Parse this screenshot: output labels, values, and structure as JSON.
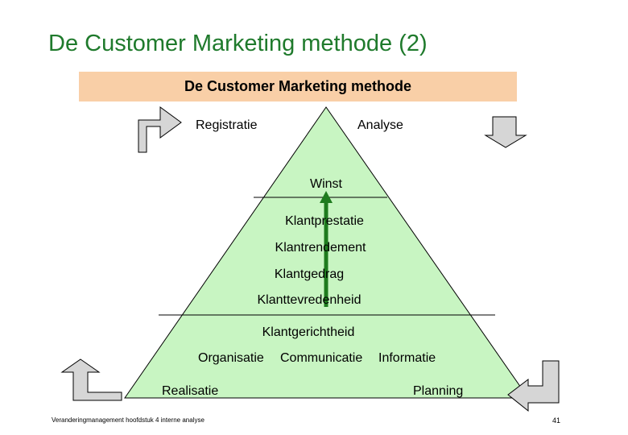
{
  "slide": {
    "title": "De Customer Marketing methode (2)",
    "banner": "De Customer Marketing methode",
    "footer": "Veranderingmanagement hoofdstuk 4 interne analyse",
    "page_number": "41"
  },
  "diagram": {
    "corners": {
      "top_left": "Registratie",
      "top_right": "Analyse",
      "bottom_left": "Realisatie",
      "bottom_right": "Planning"
    },
    "levels": [
      "Winst",
      "Klantprestatie",
      "Klantrendement",
      "Klantgedrag",
      "Klanttevredenheid",
      "Klantgerichtheid"
    ],
    "base_items": [
      "Organisatie",
      "Communicatie",
      "Informatie"
    ]
  },
  "colors": {
    "title": "#1f7a2c",
    "banner_bg": "#f9cfa7",
    "pyramid_fill": "#c8f5c2",
    "arrow_green": "#1e7b1e",
    "corner_arrow_fill": "#d6d6d6"
  },
  "icons": [
    "corner-arrow-icon",
    "upward-arrow-icon"
  ]
}
